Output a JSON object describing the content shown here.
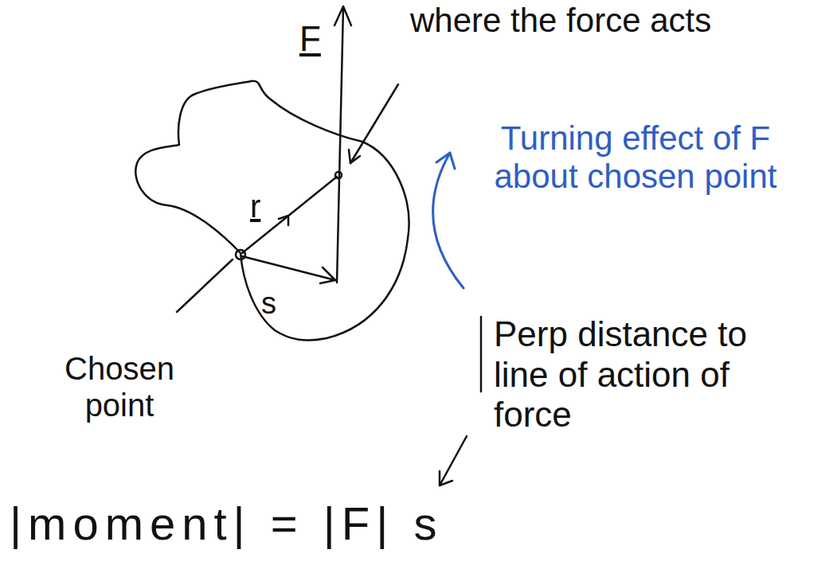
{
  "diagram": {
    "labels": [
      "F",
      "r",
      "s",
      "where the force acts",
      "Turning effect of F about chosen point",
      "Chosen point",
      "Perp distance to line of action of force",
      "|moment| = |F| s"
    ]
  }
}
